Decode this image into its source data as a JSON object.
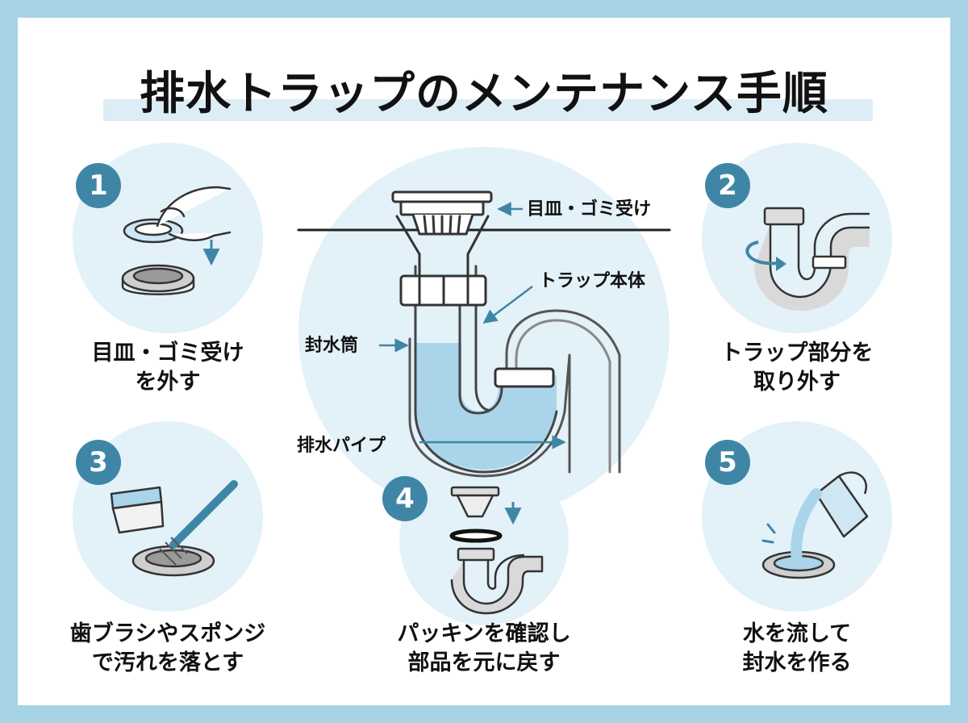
{
  "title": "排水トラップのメンテナンス手順",
  "diagram": {
    "labels": {
      "strainer": "目皿・ゴミ受け",
      "trap_body": "トラップ本体",
      "seal_tube": "封水筒",
      "drain_pipe": "排水パイプ"
    }
  },
  "steps": [
    {
      "number": "1",
      "line1": "目皿・ゴミ受け",
      "line2": "を外す"
    },
    {
      "number": "2",
      "line1": "トラップ部分を",
      "line2": "取り外す"
    },
    {
      "number": "3",
      "line1": "歯ブラシやスポンジ",
      "line2": "で汚れを落とす"
    },
    {
      "number": "4",
      "line1": "パッキンを確認し",
      "line2": "部品を元に戻す"
    },
    {
      "number": "5",
      "line1": "水を流して",
      "line2": "封水を作る"
    }
  ],
  "colors": {
    "frame": "#a7d3e6",
    "circle": "#e3f1f9",
    "badge": "#3f86a6",
    "water": "#a9d4ea",
    "arrow": "#3f86a6"
  }
}
